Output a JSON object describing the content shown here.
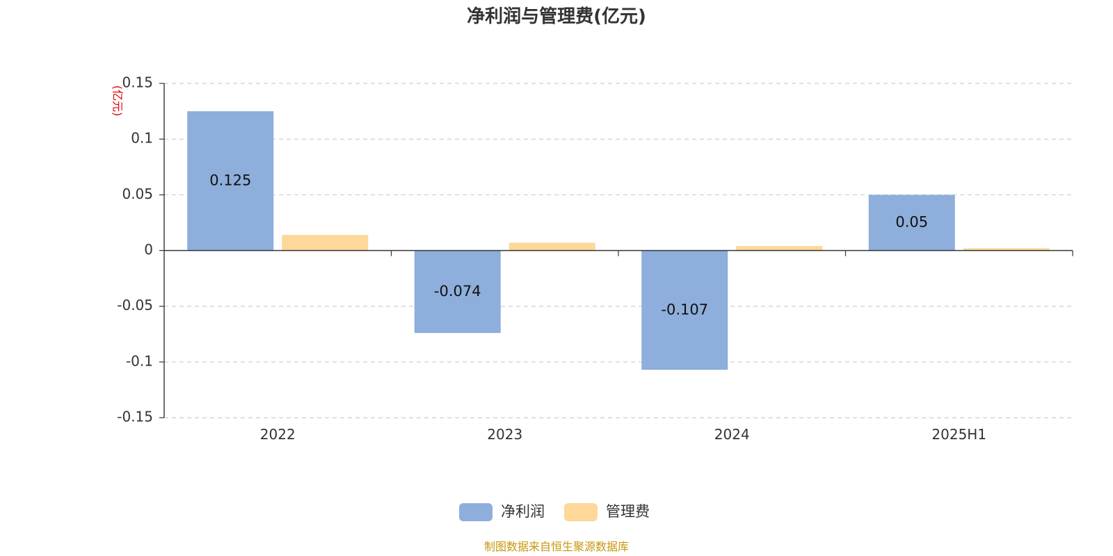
{
  "chart_data": {
    "type": "bar",
    "title": "净利润与管理费(亿元)",
    "unit_label": "(亿元)",
    "categories": [
      "2022",
      "2023",
      "2024",
      "2025H1"
    ],
    "series": [
      {
        "name": "净利润",
        "values": [
          0.125,
          -0.074,
          -0.107,
          0.05
        ],
        "color": "#8eaedb",
        "show_labels": true
      },
      {
        "name": "管理费",
        "values": [
          0.014,
          0.007,
          0.004,
          0.002
        ],
        "color": "#fdd898",
        "show_labels": false
      }
    ],
    "ylim": [
      -0.15,
      0.15
    ],
    "yticks": [
      0.15,
      0.1,
      0.05,
      0,
      -0.05,
      -0.1,
      -0.15
    ],
    "ytick_labels": [
      "0.15",
      "0.1",
      "0.05",
      "0",
      "-0.05",
      "-0.1",
      "-0.15"
    ],
    "grid": true,
    "legend_position": "bottom-center",
    "source": "制图数据来自恒生聚源数据库"
  }
}
